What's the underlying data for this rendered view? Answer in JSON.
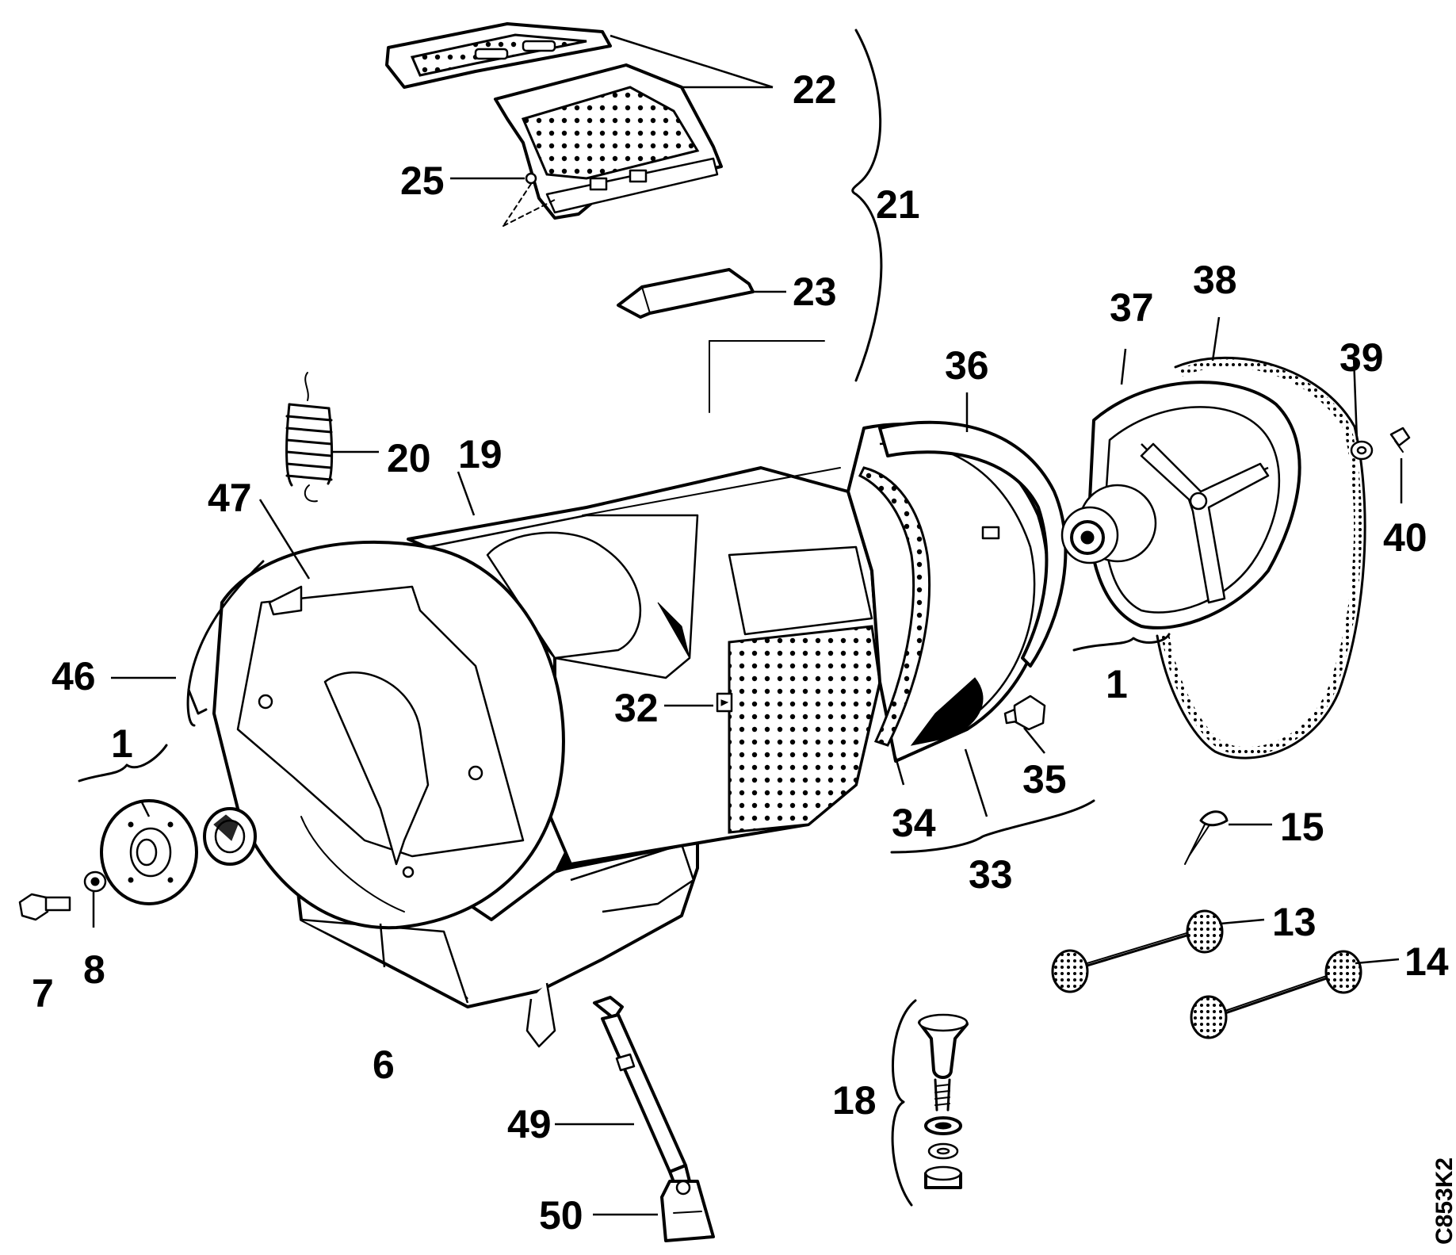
{
  "labels": {
    "l22": "22",
    "l25": "25",
    "l21": "21",
    "l23": "23",
    "l36": "36",
    "l37": "37",
    "l38": "38",
    "l39": "39",
    "l40": "40",
    "l20": "20",
    "l19": "19",
    "l47": "47",
    "l46": "46",
    "l1a": "1",
    "l1b": "1",
    "l7": "7",
    "l8": "8",
    "l32": "32",
    "l35": "35",
    "l34": "34",
    "l33": "33",
    "l15": "15",
    "l13": "13",
    "l14": "14",
    "l6": "6",
    "l49": "49",
    "l18": "18",
    "l50": "50"
  },
  "drawing_code": "C853K2"
}
